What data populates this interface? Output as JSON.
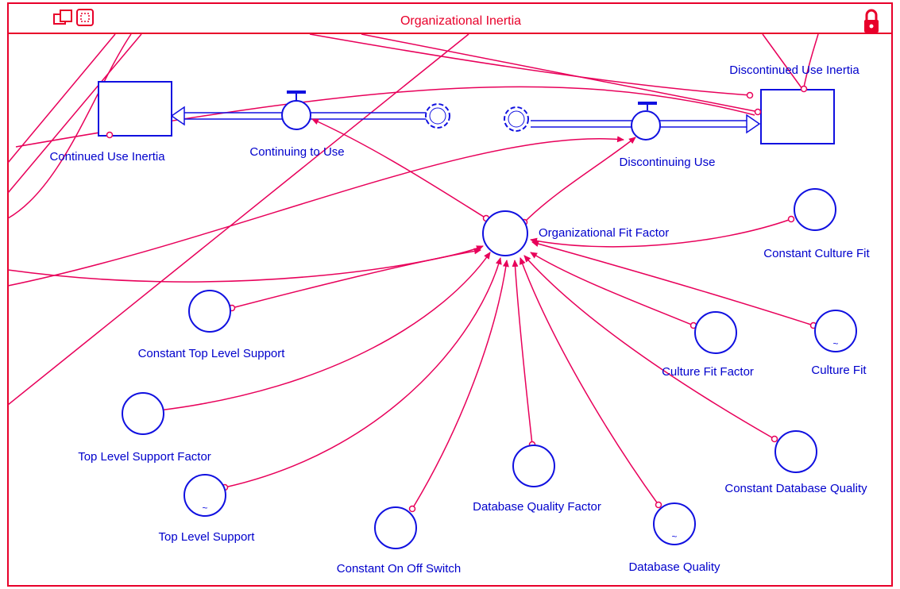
{
  "window": {
    "title": "Organizational Inertia",
    "icons": [
      "two-windows-icon",
      "frame-toggle-icon",
      "lock-icon"
    ]
  },
  "colors": {
    "frame": "#e8002a",
    "connector": "#e8005a",
    "node": "#1010e0",
    "label": "#0000cc",
    "title": "#e8002a"
  },
  "stocks": {
    "continued": "Continued Use Inertia",
    "discontinued": "Discontinued Use Inertia"
  },
  "flows": {
    "continuing": "Continuing to Use",
    "discontinuing": "Discontinuing Use"
  },
  "variables": {
    "org_fit": "Organizational Fit Factor",
    "const_culture": "Constant Culture Fit",
    "const_top": "Constant Top Level Support",
    "culture_factor": "Culture Fit Factor",
    "culture_fit": "Culture Fit",
    "top_factor": "Top Level Support Factor",
    "const_db": "Constant Database Quality",
    "db_factor": "Database Quality Factor",
    "top_support": "Top Level Support",
    "db_quality": "Database Quality",
    "const_switch": "Constant On Off Switch"
  }
}
